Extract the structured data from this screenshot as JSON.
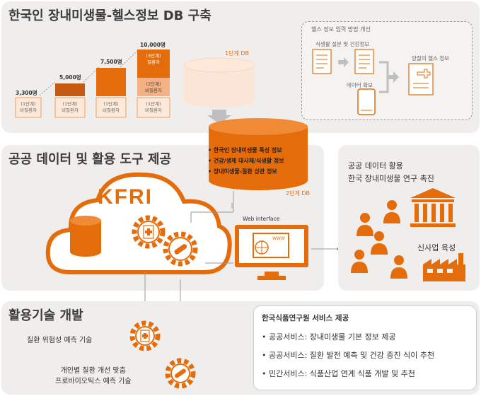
{
  "sections": {
    "db_title": "한국인 장내미생물-헬스정보 DB 구축",
    "public_title": "공공 데이터 및 활용 도구 제공",
    "tech_title": "활용기술 개발"
  },
  "stair": {
    "counts": [
      "3,300명",
      "5,000명",
      "7,500명",
      "10,000명"
    ],
    "stage1_label": "(1단계)\n비질환자",
    "stage2_label": "(2단계)\n비질환자",
    "stage3_label": "(3단계)\n질환자"
  },
  "db1_label": "1단계 DB",
  "db2_label": "2단계 DB",
  "health_input": {
    "title": "헬스 정보 입력 방법 개선",
    "survey": "식생활 설문 및 건강정보",
    "data_collect": "데이터 확보",
    "quality": "양질의 헬스 정보"
  },
  "db_features": [
    "한국인 장내미생물 특성 정보",
    "건강/생체 대사체/식생활 정보",
    "장내미생물-질환 상관 정보"
  ],
  "kfri_logo": "KFRI",
  "web_interface": "Web interface",
  "web_www": "WWW",
  "public_use": {
    "line1": "공공 데이터 활용",
    "line2": "한국 장내미생물 연구 촉진",
    "new_industry": "신사업 육성"
  },
  "tech": {
    "disease_risk": "질환 위험성 예측 기술",
    "probiotics": "개인별 질환 개선 맞춤\n프로바이오틱스 예측 기술"
  },
  "services": {
    "title": "한국식품연구원 서비스 제공",
    "items": [
      "공공서비스: 장내미생물 기본 정보 제공",
      "공공서비스: 질환 발전 예측 및 건강 증진 식이 추천",
      "민간서비스: 식품산업 연계 식품 개발 및 추천"
    ]
  },
  "colors": {
    "accent": "#e46c0a",
    "accent_light": "#f4b183",
    "panel_bg": "#f0eeed"
  }
}
